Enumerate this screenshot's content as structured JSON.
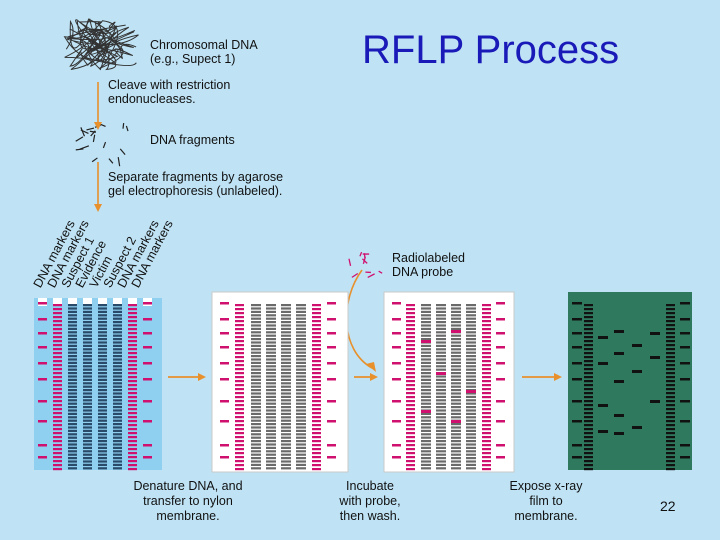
{
  "title": "RFLP Process",
  "steps": {
    "chromosomal_dna": "Chromosomal DNA",
    "chromosomal_dna_sub": "(e.g., Supect 1)",
    "cleave_line1": "Cleave with restriction",
    "cleave_line2": "endonucleases.",
    "fragments": "DNA fragments",
    "separate_line1": "Separate fragments by agarose",
    "separate_line2": "gel electrophoresis (unlabeled).",
    "probe_line1": "Radiolabeled",
    "probe_line2": "DNA probe"
  },
  "lanes": [
    "DNA markers",
    "DNA markers",
    "Suspect 1",
    "Evidence",
    "Victim",
    "Suspect 2",
    "DNA markers",
    "DNA markers"
  ],
  "captions": {
    "denature": [
      "Denature DNA, and",
      "transfer to nylon",
      "membrane."
    ],
    "incubate": [
      "Incubate",
      "with probe,",
      "then wash."
    ],
    "expose": [
      "Expose x-ray",
      "film to",
      "membrane."
    ]
  },
  "page_number": "22",
  "colors": {
    "background": "#bfe3f5",
    "title": "#1a1ab8",
    "magenta": "#d0106e",
    "gel": "#8fd0f0",
    "film": "#2f7a5e",
    "arrow": "#e8902c"
  }
}
